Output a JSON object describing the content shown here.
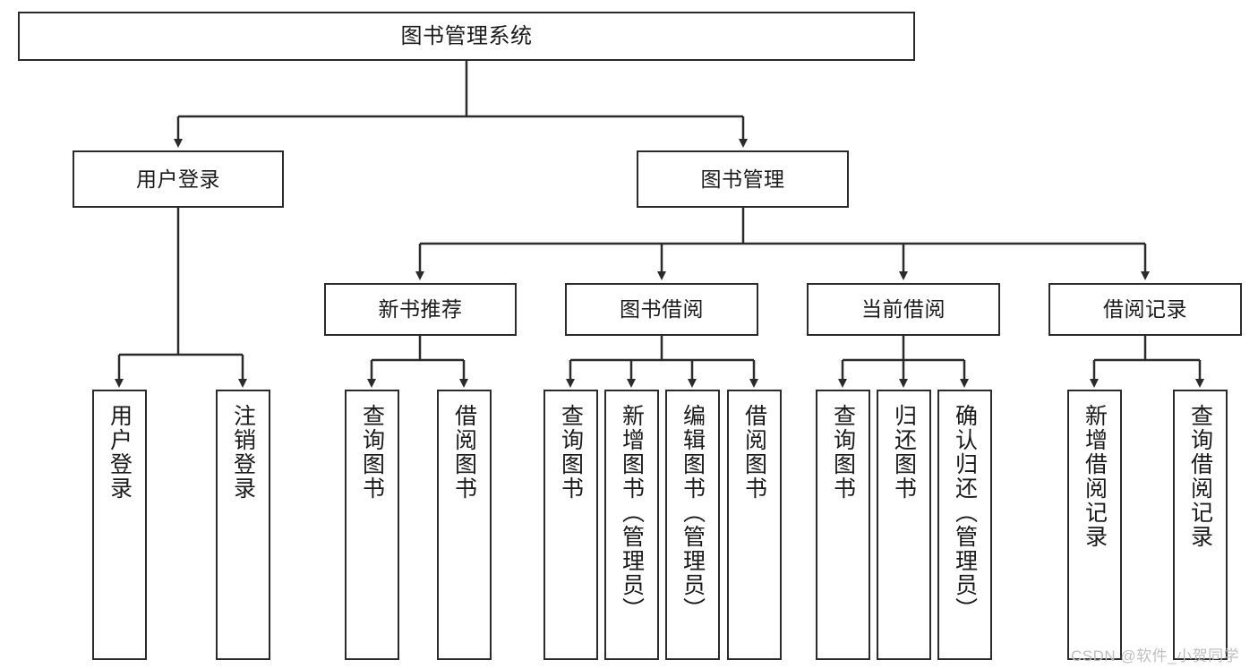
{
  "diagram": {
    "type": "tree",
    "title": "图书管理系统",
    "root": {
      "label": "图书管理系统"
    },
    "level2": [
      {
        "label": "用户登录"
      },
      {
        "label": "图书管理"
      }
    ],
    "level3": [
      {
        "label": "新书推荐"
      },
      {
        "label": "图书借阅"
      },
      {
        "label": "当前借阅"
      },
      {
        "label": "借阅记录"
      }
    ],
    "leaves": {
      "user_login": [
        {
          "label": "用户登录"
        },
        {
          "label": "注销登录"
        }
      ],
      "new_book_recommend": [
        {
          "label": "查询图书"
        },
        {
          "label": "借阅图书"
        }
      ],
      "book_borrow": [
        {
          "label": "查询图书"
        },
        {
          "label": "新增图书（管理员）"
        },
        {
          "label": "编辑图书（管理员）"
        },
        {
          "label": "借阅图书"
        }
      ],
      "current_borrow": [
        {
          "label": "查询图书"
        },
        {
          "label": "归还图书"
        },
        {
          "label": "确认归还（管理员）"
        }
      ],
      "borrow_record": [
        {
          "label": "新增借阅记录"
        },
        {
          "label": "查询借阅记录"
        }
      ]
    }
  },
  "watermark": {
    "text": "CSDN @软件_小贺同学"
  },
  "colors": {
    "border": "#2b2b2b",
    "background": "#ffffff",
    "text": "#1a1a1a",
    "watermark": "#bfbfbf"
  }
}
